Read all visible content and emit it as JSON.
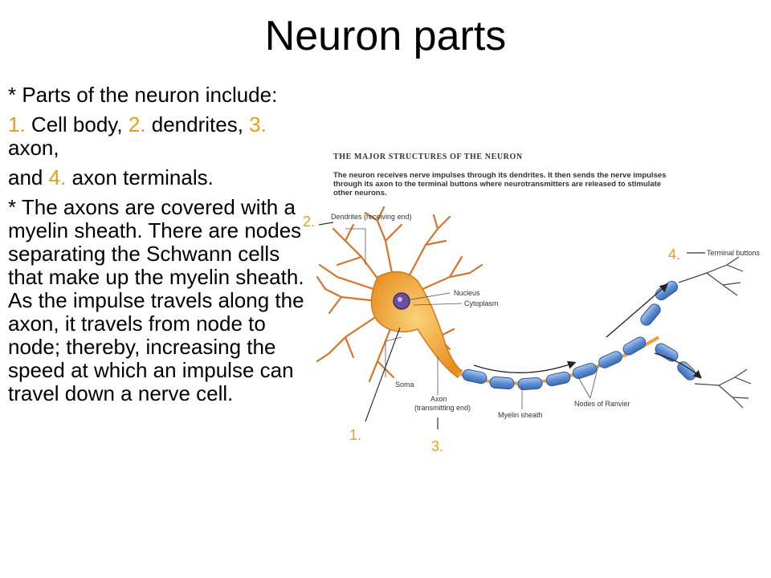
{
  "slide": {
    "title": "Neuron parts",
    "bullets": {
      "intro": "* Parts of the neuron include:",
      "n1": "1.",
      "cell_body": " Cell body, ",
      "n2": "2.",
      "dendrites": " dendrites, ",
      "n3": "3.",
      "axon": " axon,",
      "and": "and ",
      "n4": "4.",
      "axon_terminals": " axon terminals.",
      "myelin_text": "* The axons are covered with a myelin sheath. There are nodes separating the Schwann cells that make up the myelin sheath.  As the impulse travels along the axon, it travels from node to node; thereby, increasing the speed at which an impulse can travel down a nerve cell."
    },
    "number_color": "#e0a020"
  },
  "figure": {
    "title": "THE MAJOR STRUCTURES OF THE NEURON",
    "caption": "The neuron receives nerve impulses through its dendrites. It then sends the nerve impulses through its axon to the terminal buttons where neurotransmitters are released to stimulate other neurons.",
    "labels": {
      "dendrites": "Dendrites (receiving end)",
      "nucleus": "Nucleus",
      "cytoplasm": "Cytoplasm",
      "soma": "Soma",
      "axon_1": "Axon",
      "axon_2": "(transmitting end)",
      "myelin": "Myelin sheath",
      "ranvier": "Nodes of Ranvier",
      "terminal": "Terminal buttons"
    },
    "markers": {
      "m1": "1.",
      "m2": "2.",
      "m3": "3.",
      "m4": "4."
    },
    "colors": {
      "cell": "#f2a53a",
      "nucleus": "#6b4fa0",
      "myelin": "#6a9ad8"
    }
  }
}
